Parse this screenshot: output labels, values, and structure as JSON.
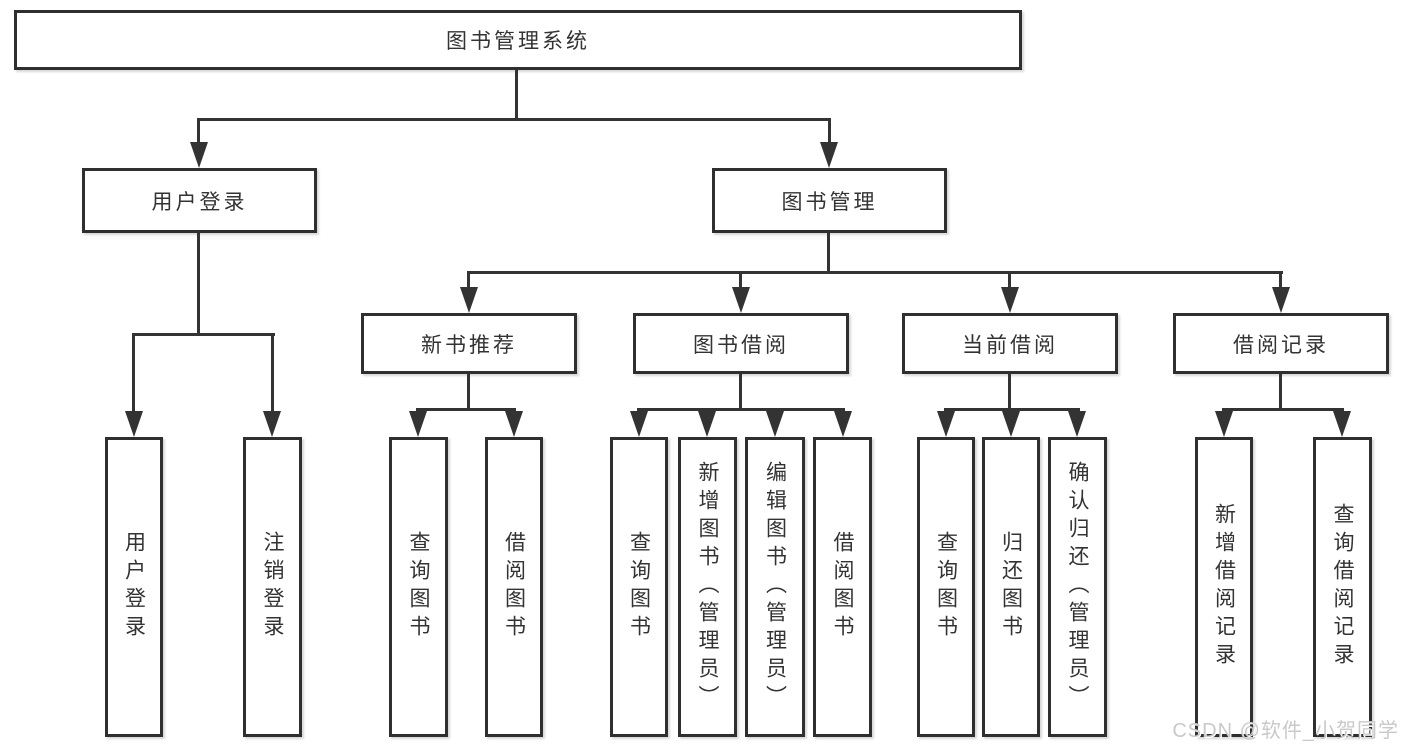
{
  "nodes": {
    "root": {
      "label": "图书管理系统"
    },
    "level2": [
      {
        "label": "用户登录"
      },
      {
        "label": "图书管理"
      }
    ],
    "level3": [
      {
        "label": "新书推荐"
      },
      {
        "label": "图书借阅"
      },
      {
        "label": "当前借阅"
      },
      {
        "label": "借阅记录"
      }
    ],
    "leaves": [
      {
        "label": "用户登录"
      },
      {
        "label": "注销登录"
      },
      {
        "label": "查询图书"
      },
      {
        "label": "借阅图书"
      },
      {
        "label": "查询图书"
      },
      {
        "label": "新增图书（管理员）"
      },
      {
        "label": "编辑图书（管理员）"
      },
      {
        "label": "借阅图书"
      },
      {
        "label": "查询图书"
      },
      {
        "label": "归还图书"
      },
      {
        "label": "确认归还（管理员）"
      },
      {
        "label": "新增借阅记录"
      },
      {
        "label": "查询借阅记录"
      }
    ]
  },
  "watermark": "CSDN @软件_小贺同学",
  "colors": {
    "line": "#333333",
    "text": "#333333",
    "box_fill": "#ffffff",
    "watermark": "#c9c9c9"
  }
}
